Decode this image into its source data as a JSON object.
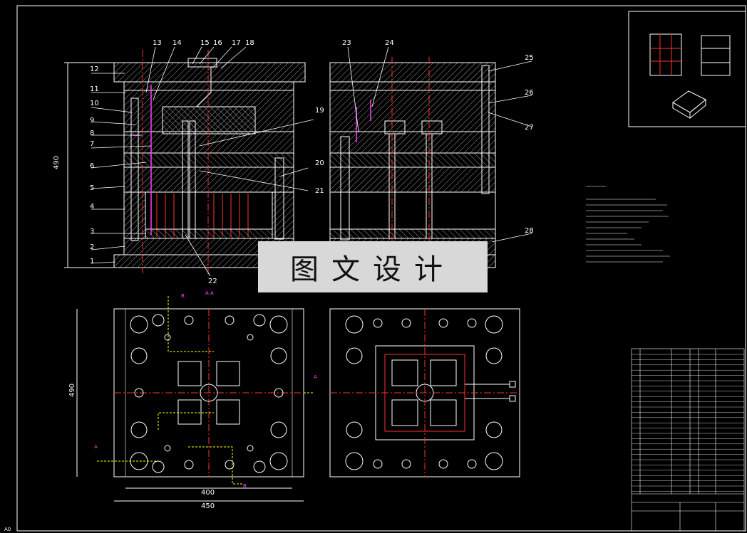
{
  "colors": {
    "background": "#000000",
    "line": "#ffffff",
    "centerline": "#ff3030",
    "hatch": "#bfbfbf",
    "magenta": "#ff40ff",
    "yellow": "#ffff00",
    "watermark_bg": "#d8d8d8"
  },
  "part_numbers_left": [
    "12",
    "11",
    "10",
    "9",
    "8",
    "7",
    "6",
    "5",
    "4",
    "3",
    "2",
    "1"
  ],
  "part_numbers_top": [
    "13",
    "14",
    "15",
    "16",
    "17",
    "18"
  ],
  "part_numbers_mid": [
    "19",
    "20",
    "21",
    "22"
  ],
  "part_numbers_right": [
    "23",
    "24",
    "25",
    "26",
    "27",
    "28"
  ],
  "dimensions": {
    "height_section": "490",
    "height_plan": "490",
    "width_inner": "400",
    "width_outer": "450"
  },
  "section_marks": {
    "title": "A-A",
    "a": "A",
    "b": "B"
  },
  "watermark": "图文设计",
  "corner_label": "A0",
  "icons": [
    "mold-section-left",
    "mold-section-right",
    "mold-plan-left",
    "mold-plan-right",
    "isometric-part",
    "title-block"
  ]
}
